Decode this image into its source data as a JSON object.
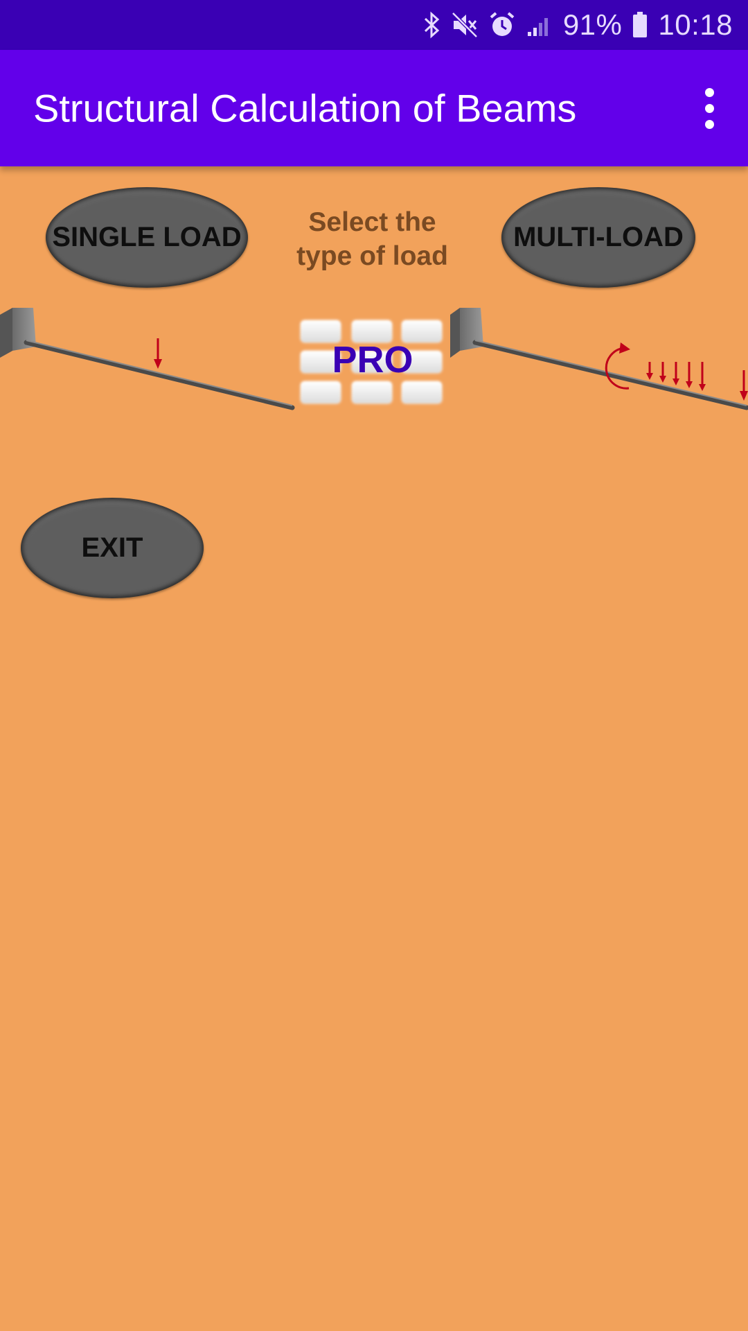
{
  "status_bar": {
    "battery_percent_label": "91%",
    "time": "10:18",
    "icons": [
      "bluetooth-icon",
      "mute-icon",
      "alarm-icon",
      "signal-icon",
      "battery-icon"
    ],
    "color": "#3A00B4"
  },
  "app_bar": {
    "title": "Structural Calculation of Beams",
    "overflow_icon": "more-vert-icon",
    "color": "#6200EA"
  },
  "main": {
    "single_load_label": "SINGLE LOAD",
    "multi_load_label": "MULTI-LOAD",
    "select_label_line1": "Select the",
    "select_label_line2": "type of load",
    "pro_label": "PRO",
    "exit_label": "EXIT",
    "background": "#F2A25B",
    "button_color": "#5E5E5E",
    "load_arrow_color": "#C0001A"
  }
}
